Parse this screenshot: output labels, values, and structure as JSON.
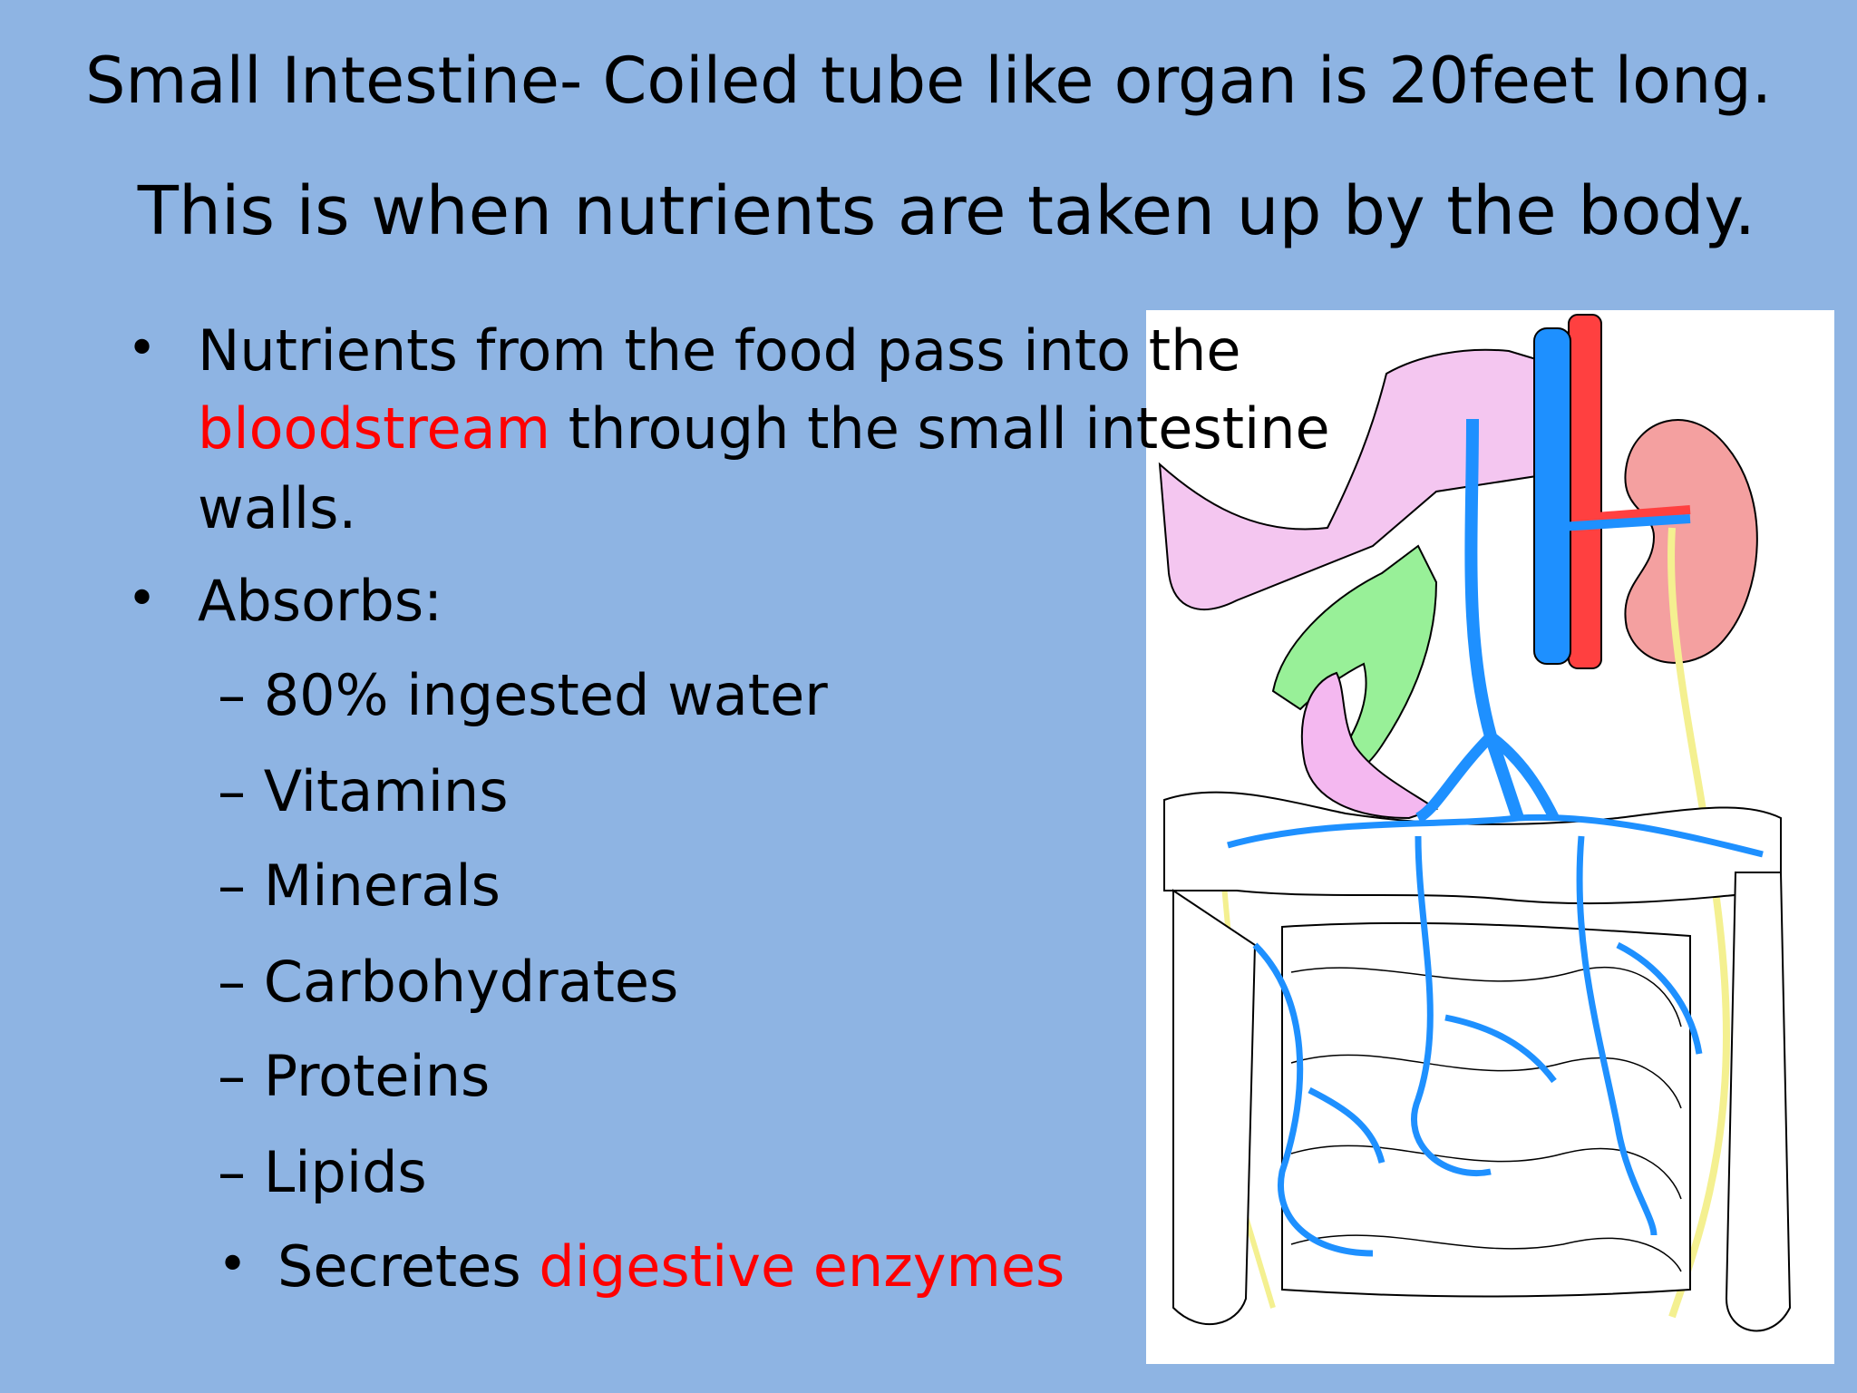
{
  "title": {
    "line1": "Small Intestine- Coiled tube like organ is 20feet long.",
    "line2": "This is when nutrients are taken up by the body."
  },
  "bullets": [
    {
      "parts": [
        {
          "text": "Nutrients from the food pass into the",
          "color": "#000000"
        },
        {
          "text": "bloodstream",
          "color": "#ff0000"
        },
        {
          "text": " through the small intestine",
          "color": "#000000"
        },
        {
          "text": "walls.",
          "color": "#000000"
        }
      ]
    },
    {
      "label": "Absorbs:",
      "sub": [
        "80% ingested water",
        "Vitamins",
        "Minerals",
        "Carbohydrates",
        "Proteins",
        "Lipids"
      ]
    }
  ],
  "secretes": {
    "prefix": "Secretes ",
    "highlight": "digestive enzymes"
  },
  "colors": {
    "background": "#8eb4e3",
    "highlight": "#ff0000",
    "vein": "#1e90ff",
    "artery": "#ff4040"
  },
  "icons": {
    "bullet": "bullet-dot",
    "dash": "en-dash"
  }
}
